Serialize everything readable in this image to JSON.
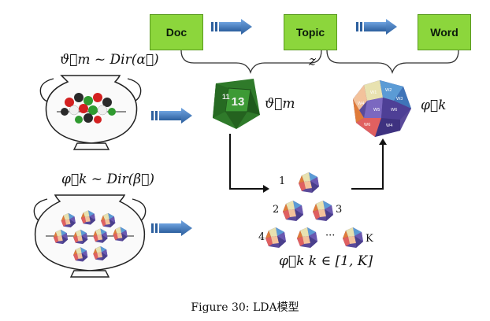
{
  "flow": {
    "doc_label": "Doc",
    "topic_label": "Topic",
    "word_label": "Word",
    "z_label": "z"
  },
  "math": {
    "theta_dist": "ϑ⃗m ~ Dir(α⃗)",
    "theta_symbol": "ϑ⃗m",
    "phi_dist": "φ⃗k ~ Dir(β⃗)",
    "phi_symbol": "φ⃗k",
    "phi_range": "φ⃗k  k ∈ [1, K]"
  },
  "dice_labels": {
    "one": "1",
    "two": "2",
    "three": "3",
    "four": "4",
    "k": "K",
    "ellipsis": "···"
  },
  "caption": "Figure 30: LDA模型",
  "icons": [
    "urn-icon",
    "d20-topic-die-icon",
    "word-polyhedron-icon",
    "arrow-icon"
  ],
  "colors": {
    "box_fill": "#8cd63c",
    "arrow_fill": "#3a73b8",
    "die_green": "#2f7a2a"
  }
}
